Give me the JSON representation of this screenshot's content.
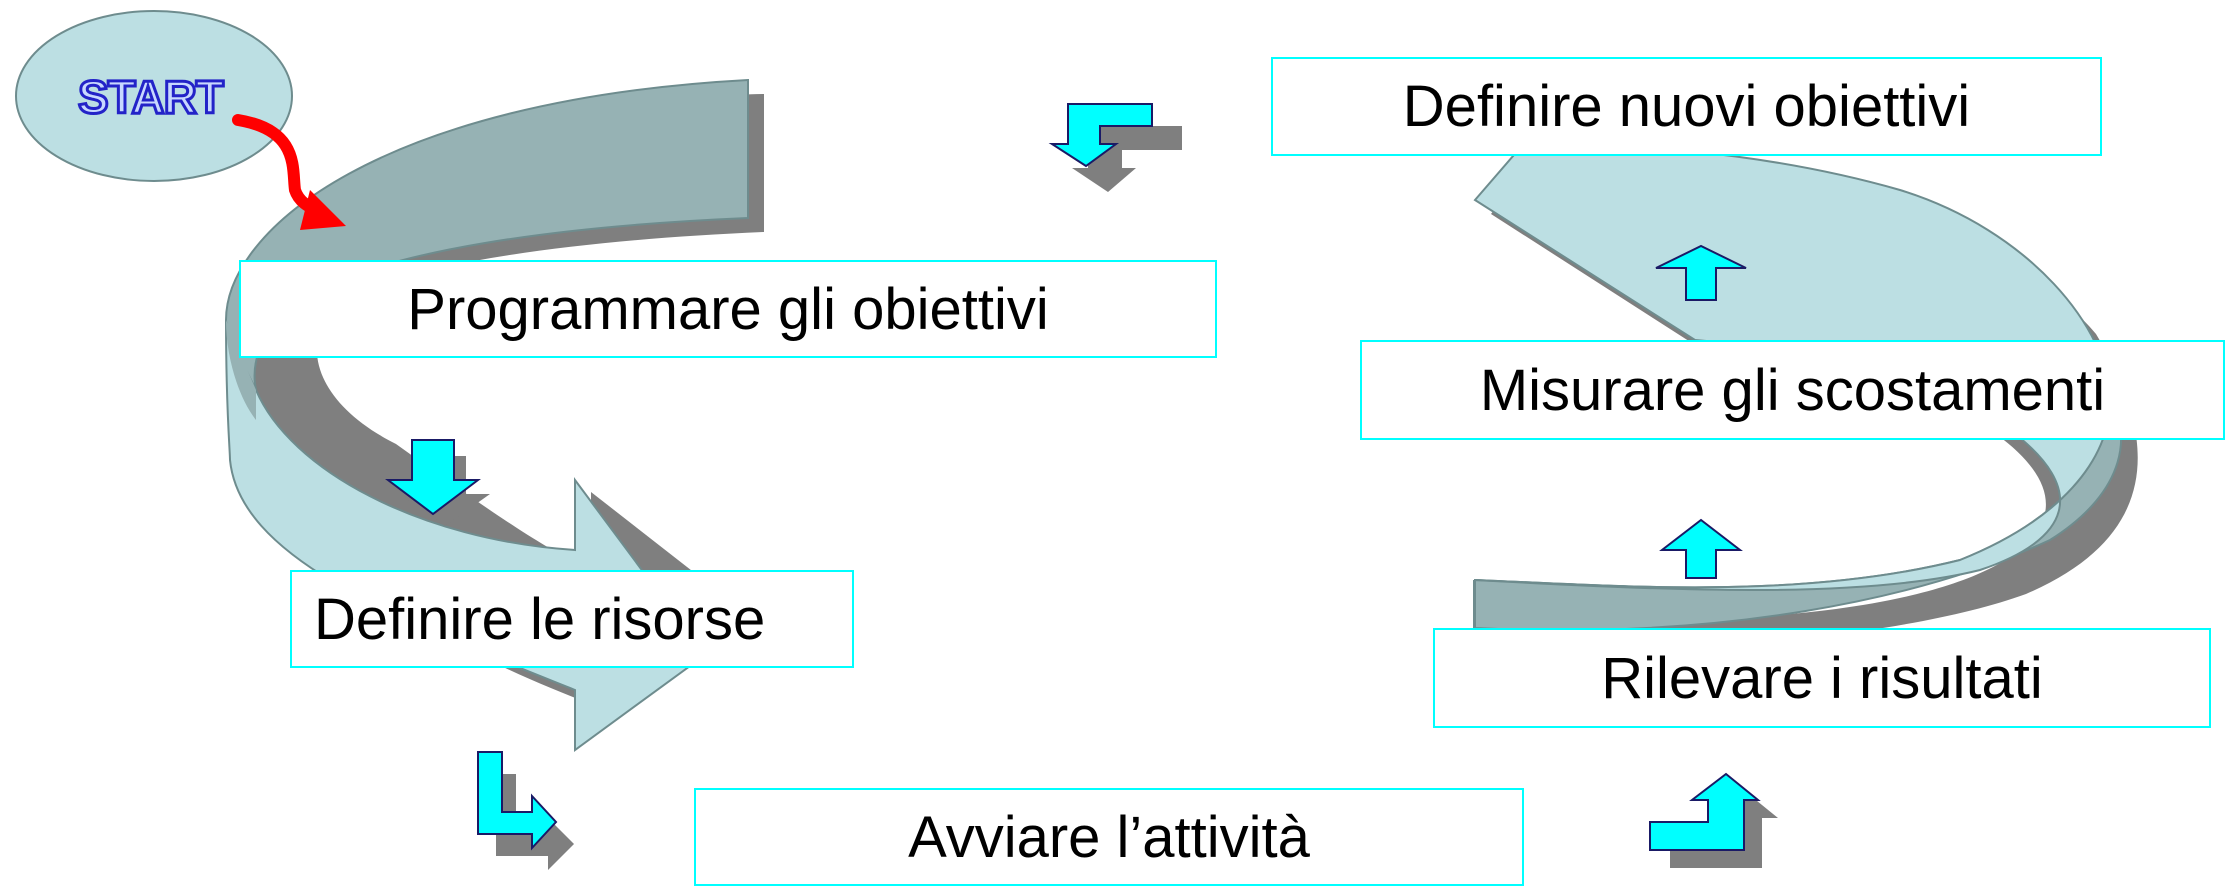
{
  "colors": {
    "band_light": "#bcdfe3",
    "band_dark": "#96b2b4",
    "shadow": "#7f7f7f",
    "box_border": "#00ffff",
    "arrow_fill": "#00ffff",
    "arrow_outline": "#1a1a66",
    "start_arrow": "#ff0000",
    "start_text": "#2323c8"
  },
  "start": {
    "label": "START"
  },
  "steps": {
    "programmare": "Programmare gli obiettivi",
    "risorse": "Definire le risorse",
    "avviare": "Avviare l’attività",
    "rilevare": "Rilevare i risultati",
    "misurare": "Misurare gli scostamenti",
    "nuovi": "Definire nuovi obiettivi"
  }
}
